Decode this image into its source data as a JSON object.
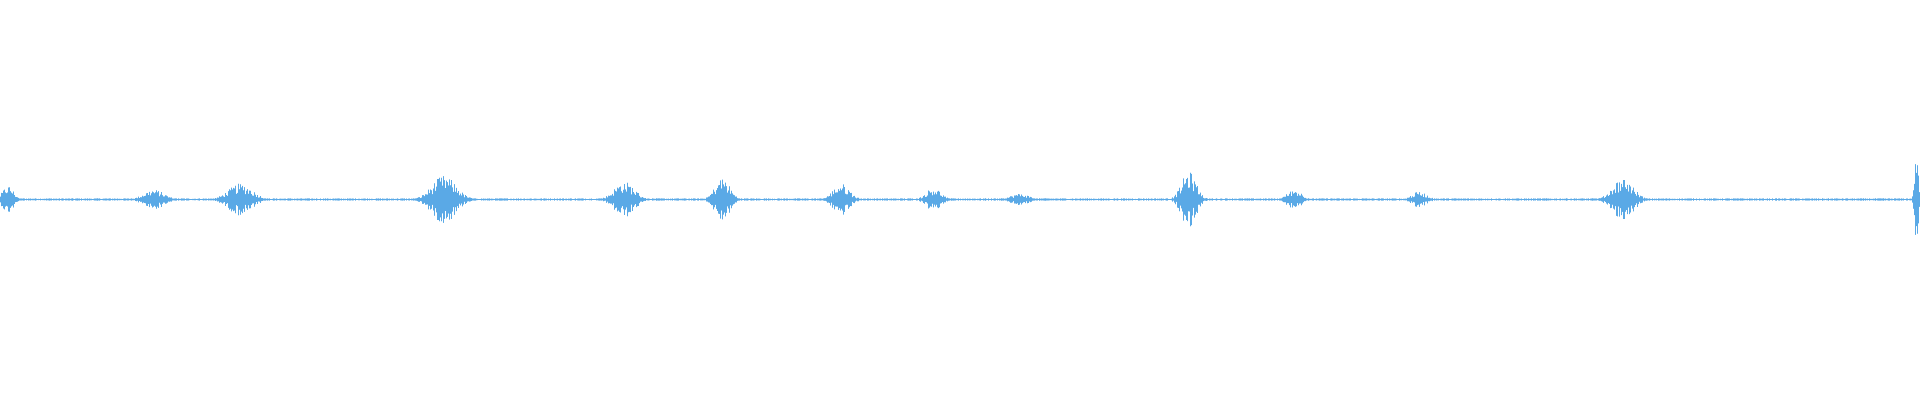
{
  "waveform": {
    "color": "#5aa9e6",
    "background": "#ffffff",
    "amplitude_scale": 1.0,
    "bursts": [
      {
        "pos": 0.004,
        "width": 0.006,
        "peak": 0.07
      },
      {
        "pos": 0.08,
        "width": 0.011,
        "peak": 0.05
      },
      {
        "pos": 0.125,
        "width": 0.013,
        "peak": 0.08
      },
      {
        "pos": 0.231,
        "width": 0.013,
        "peak": 0.12
      },
      {
        "pos": 0.325,
        "width": 0.011,
        "peak": 0.09
      },
      {
        "pos": 0.376,
        "width": 0.008,
        "peak": 0.11
      },
      {
        "pos": 0.438,
        "width": 0.009,
        "peak": 0.08
      },
      {
        "pos": 0.486,
        "width": 0.008,
        "peak": 0.06
      },
      {
        "pos": 0.531,
        "width": 0.01,
        "peak": 0.03
      },
      {
        "pos": 0.619,
        "width": 0.008,
        "peak": 0.14
      },
      {
        "pos": 0.674,
        "width": 0.008,
        "peak": 0.05
      },
      {
        "pos": 0.739,
        "width": 0.008,
        "peak": 0.04
      },
      {
        "pos": 0.845,
        "width": 0.011,
        "peak": 0.11
      },
      {
        "pos": 0.998,
        "width": 0.002,
        "peak": 0.22
      }
    ],
    "noise_floor": 0.004
  }
}
